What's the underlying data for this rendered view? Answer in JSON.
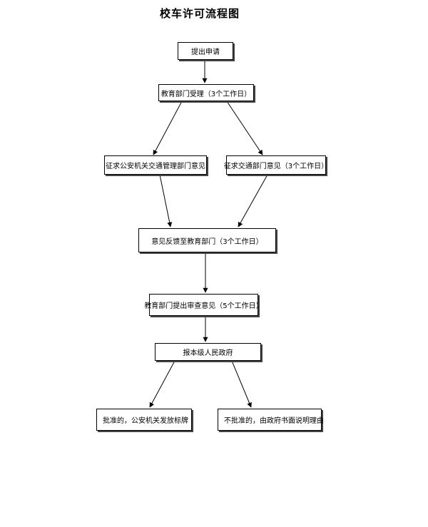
{
  "title": "校车许可流程图",
  "nodes": {
    "apply": "提出申请",
    "edu_accept": "教育部门受理（3个工作日）",
    "police_opinion": "征求公安机关交通管理部门意见",
    "transport_opinion": "征求交通部门意见（3个工作日）",
    "feedback": "意见反馈至教育部门（3个工作日）",
    "review": "教育部门提出审查意见（5个工作日）",
    "report_gov": "报本级人民政府",
    "approved": "批准的，公安机关发放标牌",
    "rejected": "不批准的，由政府书面说明理由"
  }
}
